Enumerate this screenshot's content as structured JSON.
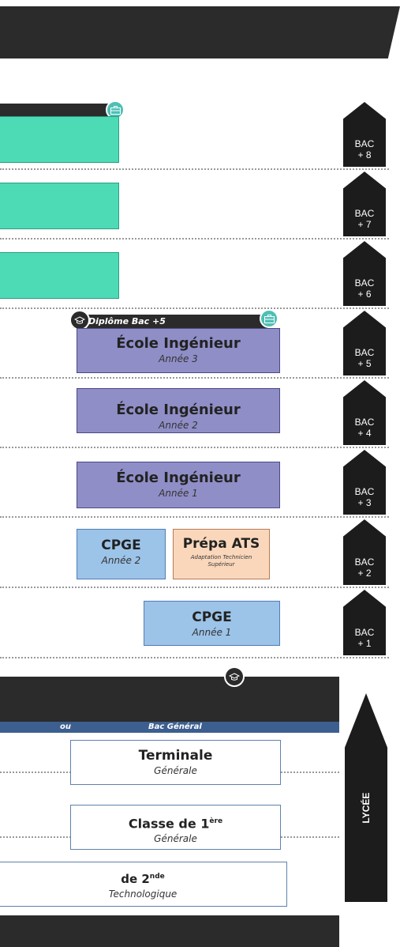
{
  "levels": [
    {
      "label": "BAC\n+ 8"
    },
    {
      "label": "BAC\n+ 7"
    },
    {
      "label": "BAC\n+ 6"
    },
    {
      "label": "BAC\n+ 5"
    },
    {
      "label": "BAC\n+ 4"
    },
    {
      "label": "BAC\n+ 3"
    },
    {
      "label": "BAC\n+ 2"
    },
    {
      "label": "BAC\n+ 1"
    }
  ],
  "diploma_bar": {
    "label": "Diplôme Bac +5"
  },
  "ecole": [
    {
      "title": "École Ingénieur",
      "subtitle": "Année 3"
    },
    {
      "title": "École Ingénieur",
      "subtitle": "Année 2"
    },
    {
      "title": "École Ingénieur",
      "subtitle": "Année 1"
    }
  ],
  "cpge2": {
    "title": "CPGE",
    "subtitle": "Année 2"
  },
  "prepa_ats": {
    "title": "Prépa ATS",
    "subtitle": "Adaptation Technicien Supérieur"
  },
  "cpge1": {
    "title": "CPGE",
    "subtitle": "Année 1"
  },
  "lycee": {
    "header_or": "ou",
    "header_bac": "Bac Général",
    "side_label": "LYCÉE",
    "terminale": {
      "title": "Terminale",
      "subtitle": "Générale"
    },
    "premiere": {
      "title": "Classe de 1",
      "sup": "ère",
      "subtitle": "Générale"
    },
    "seconde": {
      "title": "de 2",
      "sup": "nde",
      "subtitle": "Technologique"
    }
  },
  "colors": {
    "dark": "#2b2b2b",
    "green": "#4ddbb5",
    "purple": "#8f8ec7",
    "blue": "#9cc3e8",
    "peach": "#fad7bb",
    "header_blue": "#3d5f8f",
    "teal_icon": "#4fbfb5"
  },
  "icons": {
    "briefcase": "briefcase-icon",
    "cap": "graduation-cap-icon"
  }
}
